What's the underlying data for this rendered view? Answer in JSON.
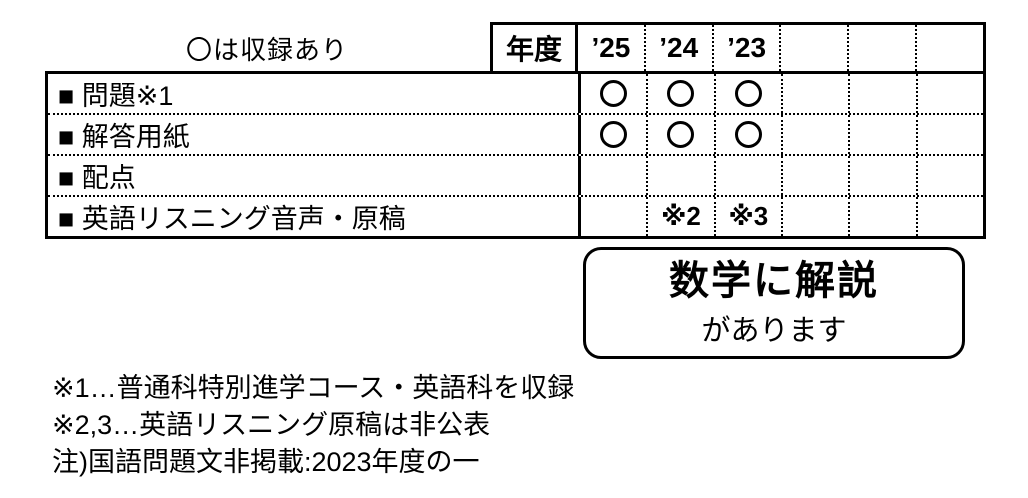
{
  "legend": "〇は収録あり",
  "table": {
    "year_header": "年度",
    "years": [
      "’25",
      "’24",
      "’23",
      "",
      "",
      ""
    ],
    "rows": [
      {
        "label": "■ 問題※1",
        "cells": [
          "〇",
          "〇",
          "〇",
          "",
          "",
          ""
        ]
      },
      {
        "label": "■ 解答用紙",
        "cells": [
          "〇",
          "〇",
          "〇",
          "",
          "",
          ""
        ]
      },
      {
        "label": "■ 配点",
        "cells": [
          "",
          "",
          "",
          "",
          "",
          ""
        ]
      },
      {
        "label": "■ 英語リスニング音声・原稿",
        "cells": [
          "",
          "※2",
          "※3",
          "",
          "",
          ""
        ]
      }
    ]
  },
  "callout": {
    "line1": "数学に解説",
    "line2": "があります"
  },
  "notes": [
    "※1…普通科特別進学コース・英語科を収録",
    "※2,3…英語リスニング原稿は非公表",
    "注)国語問題文非掲載:2023年度の一"
  ],
  "colors": {
    "border": "#000000",
    "background": "#ffffff"
  }
}
